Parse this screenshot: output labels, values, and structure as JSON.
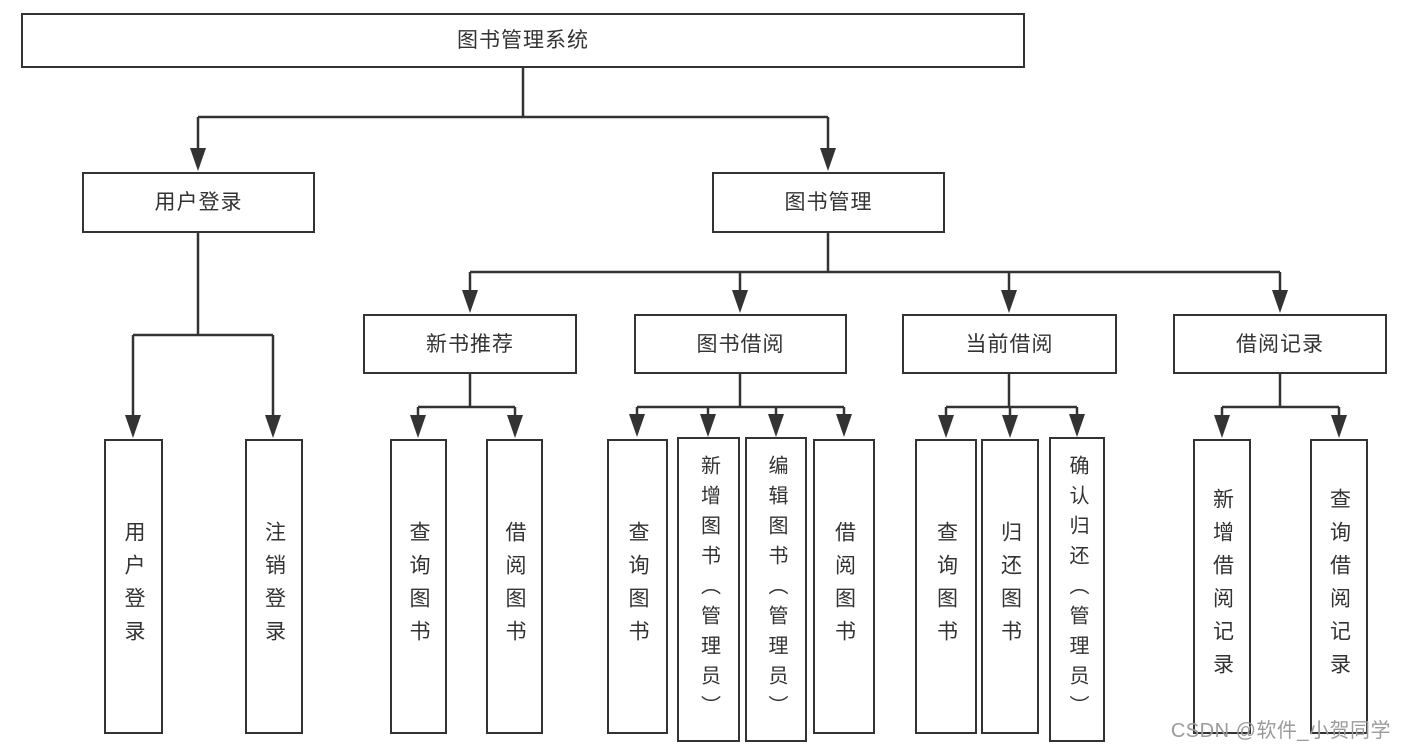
{
  "diagram": {
    "title": "图书管理系统",
    "root": {
      "label": "图书管理系统"
    },
    "level2": [
      {
        "label": "用户登录"
      },
      {
        "label": "图书管理"
      }
    ],
    "level3": [
      {
        "label": "新书推荐"
      },
      {
        "label": "图书借阅"
      },
      {
        "label": "当前借阅"
      },
      {
        "label": "借阅记录"
      }
    ],
    "level4": [
      {
        "label": "用户登录"
      },
      {
        "label": "注销登录"
      },
      {
        "label": "查询图书"
      },
      {
        "label": "借阅图书"
      },
      {
        "label": "查询图书"
      },
      {
        "label": "新增图书（管理员）"
      },
      {
        "label": "编辑图书（管理员）"
      },
      {
        "label": "借阅图书"
      },
      {
        "label": "查询图书"
      },
      {
        "label": "归还图书"
      },
      {
        "label": "确认归还（管理员）"
      },
      {
        "label": "新增借阅记录"
      },
      {
        "label": "查询借阅记录"
      }
    ]
  },
  "watermark": {
    "text": "CSDN @软件_小贺同学"
  },
  "colors": {
    "line": "#333333",
    "box_border": "#333333",
    "text": "#333333",
    "watermark_text": "#9b9b9b",
    "background": "#ffffff"
  }
}
